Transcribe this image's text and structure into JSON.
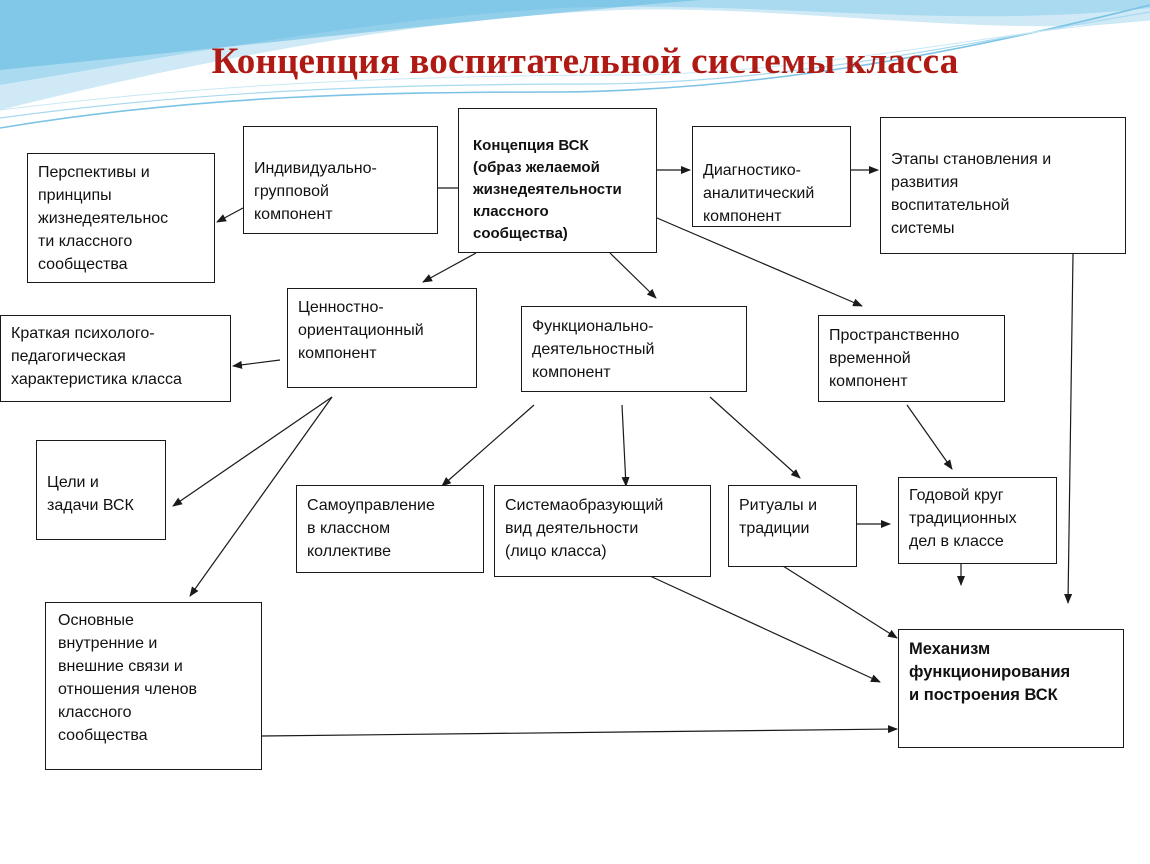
{
  "title": "Концепция воспитательной системы класса",
  "colors": {
    "title": "#b01a14",
    "wave": "#5fb8e2",
    "arrow": "#1a1a1a"
  },
  "nodes": {
    "concept": "Концепция ВСК\n(образ желаемой\nжизнедеятельности\nклассного\nсообщества)",
    "individual": "Индивидуально-\nгрупповой\nкомпонент",
    "diagnostic": "Диагностико-\nаналитический\nкомпонент",
    "stages": "Этапы становления  и\nразвития\nвоспитательной\nсистемы",
    "perspectives": "Перспективы  и\nпринципы\nжизнедеятельнос\nти классного\nсообщества",
    "value": "Ценностно-\nориентационный\nкомпонент",
    "functional": "Функционально-\nдеятельностный\nкомпонент",
    "spatial": "Пространственно\nвременной\nкомпонент",
    "characteristic": "Краткая  психолого-\nпедагогическая\nхарактеристика  класса",
    "goals": "Цели  и\nзадачи ВСК",
    "selfgov": "Самоуправление\nв классном\nколлективе",
    "system": "Системаобразующий\n вид деятельности\n(лицо класса)",
    "rituals": "Ритуалы  и\nтрадиции",
    "annual": "Годовой круг\nтрадиционных\nдел в классе",
    "relations": "Основные\nвнутренние  и\nвнешние связи и\nотношения членов\nклассного\nсообщества",
    "mechanism": "Механизм\nфункционирования\nи построения ВСК"
  }
}
